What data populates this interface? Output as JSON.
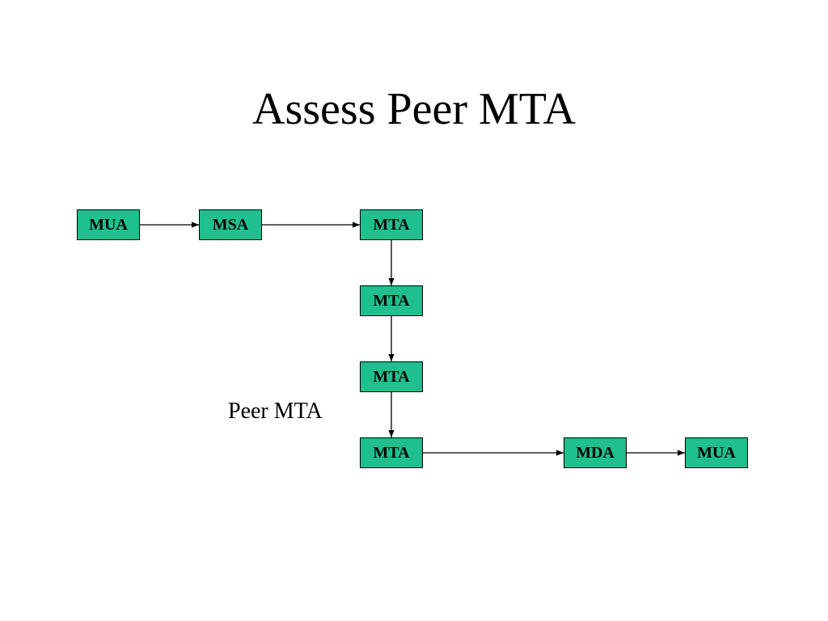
{
  "slide": {
    "title": "Assess Peer MTA"
  },
  "diagram": {
    "nodes": [
      {
        "id": "n1",
        "label": "MUA"
      },
      {
        "id": "n2",
        "label": "MSA"
      },
      {
        "id": "n3",
        "label": "MTA"
      },
      {
        "id": "n4",
        "label": "MTA"
      },
      {
        "id": "n5",
        "label": "MTA"
      },
      {
        "id": "n6",
        "label": "MTA"
      },
      {
        "id": "n7",
        "label": "MDA"
      },
      {
        "id": "n8",
        "label": "MUA"
      }
    ],
    "edges": [
      {
        "from": "n1",
        "to": "n2"
      },
      {
        "from": "n2",
        "to": "n3"
      },
      {
        "from": "n3",
        "to": "n4"
      },
      {
        "from": "n4",
        "to": "n5"
      },
      {
        "from": "n5",
        "to": "n6"
      },
      {
        "from": "n6",
        "to": "n7"
      },
      {
        "from": "n7",
        "to": "n8"
      }
    ],
    "annotation": "Peer MTA",
    "colors": {
      "node_fill": "#1fbf8f",
      "node_border": "#000000",
      "edge": "#000000"
    }
  }
}
